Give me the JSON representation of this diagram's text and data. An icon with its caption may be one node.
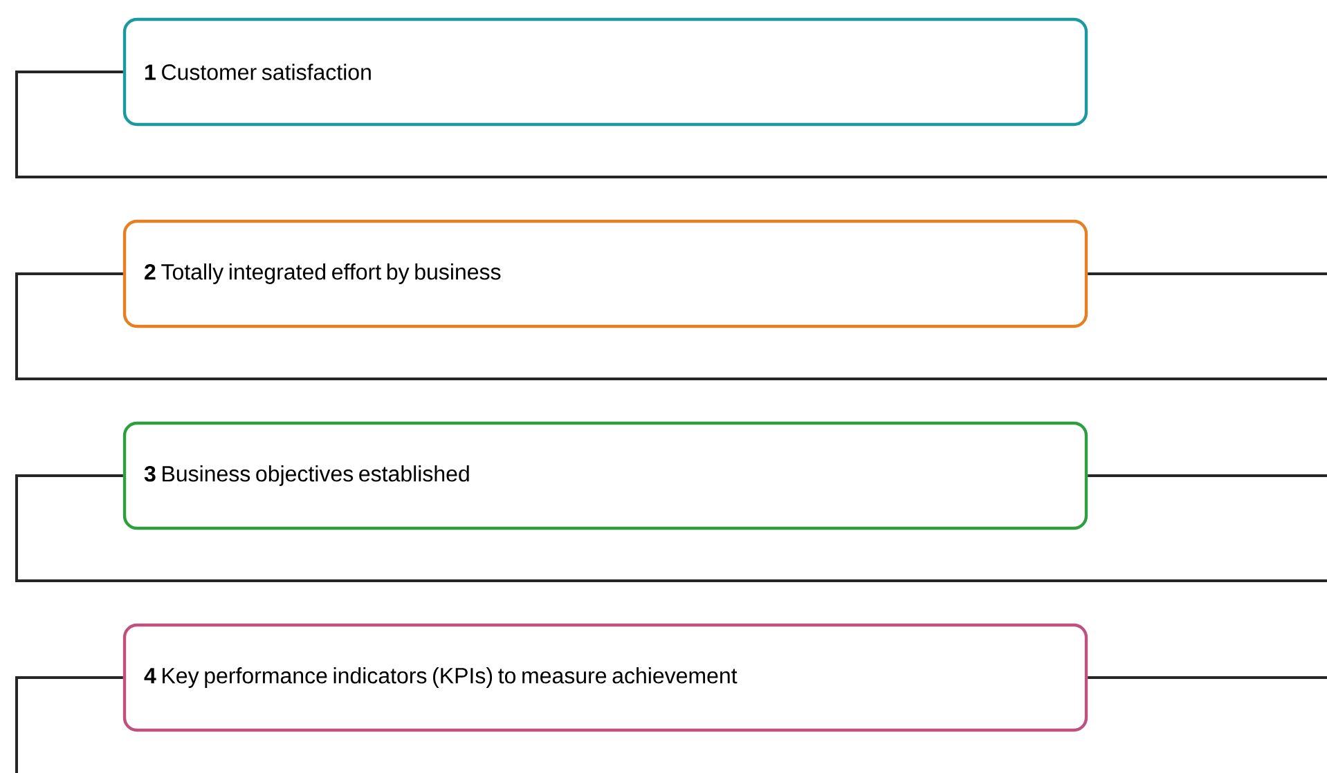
{
  "diagram": {
    "nodes": [
      {
        "text": [
          "**1** Customer satisfaction"
        ]
      },
      {
        "text": [
          "**2** Totally integrated effort by business"
        ]
      },
      {
        "text": [
          "**3** Business objectives established"
        ]
      },
      {
        "text": [
          "**4** Key performance indicators (KPIs) to measure achievement"
        ]
      }
    ],
    "edges": [
      {
        "from": 0,
        "to": 1,
        "arrow": "none"
      },
      {
        "from": 1,
        "to": 2,
        "arrow": "none"
      },
      {
        "from": 2,
        "to": 3,
        "arrow": "none"
      },
      {
        "from": 3,
        "to": null,
        "arrow": "none"
      }
    ]
  }
}
